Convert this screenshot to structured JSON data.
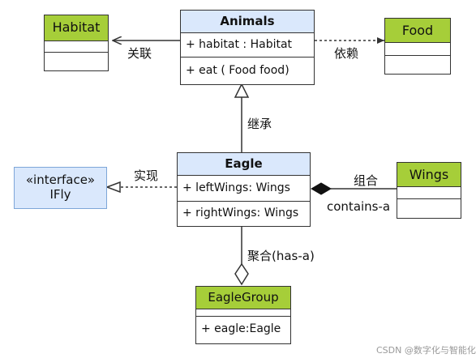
{
  "classes": {
    "animals": {
      "name": "Animals",
      "attributes": [
        "+ habitat : Habitat"
      ],
      "methods": [
        "+ eat ( Food food)"
      ]
    },
    "habitat": {
      "name": "Habitat"
    },
    "food": {
      "name": "Food"
    },
    "eagle": {
      "name": "Eagle",
      "attributes": [
        "+ leftWings: Wings"
      ],
      "methods": [
        "+ rightWings: Wings"
      ]
    },
    "wings": {
      "name": "Wings"
    },
    "eagle_group": {
      "name": "EagleGroup",
      "attributes": [
        "+ eagle:Eagle"
      ]
    },
    "ifly": {
      "stereotype": "«interface»",
      "name": "IFly"
    }
  },
  "relations": {
    "association": "关联",
    "dependency": "依赖",
    "inheritance": "继承",
    "realization": "实现",
    "composition": "组合",
    "composition_note": "contains-a",
    "aggregation": "聚合(has-a)"
  },
  "watermark": "CSDN @数字化与智能化",
  "colors": {
    "class_header": "#dae8fc",
    "simple_class_header": "#a6ce39",
    "border": "#333333"
  }
}
